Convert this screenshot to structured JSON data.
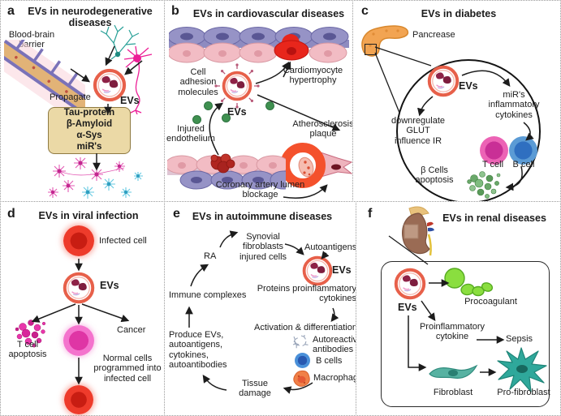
{
  "figure": {
    "description": "Roles of extracellular vesicles (EVs) in diseases, six panels"
  },
  "colors": {
    "ev_ring": "#e7604a",
    "ev_cargo": "#8e2247",
    "tan_box_bg": "#ebd9a6",
    "purple_cell": "#9693c6",
    "pink_cell": "#f2bcc4",
    "red_alert": "#e8261c",
    "green_dot": "#3f9050",
    "pancreas_orange": "#f2a452",
    "teal_cell": "#2fa89b",
    "procoagulant_green": "#8ade3f",
    "kidney_brown": "#9a6b54"
  },
  "panels": {
    "a": {
      "letter": "a",
      "title": "EVs in neurodegenerative diseases",
      "labels": {
        "bbb": "Blood-brain barrier",
        "propagate": "Propagate",
        "evs": "EVs",
        "box_line1": "Tau-protein",
        "box_line2": "β-Amyloid",
        "box_line3": "α-Sys",
        "box_line4": "miR's"
      }
    },
    "b": {
      "letter": "b",
      "title": "EVs in cardiovascular diseases",
      "labels": {
        "cell_adhesion": "Cell adhesion molecules",
        "evs": "EVs",
        "cardiomyocyte": "Cardiomyocyte hypertrophy",
        "atherosclerosis": "Atherosclerosis plaque",
        "injured": "Injured endothelium",
        "coronary": "Coronary artery lumen blockage"
      }
    },
    "c": {
      "letter": "c",
      "title": "EVs in diabetes",
      "labels": {
        "pancreas": "Pancrease",
        "evs": "EVs",
        "mirs": "miR's inflammatory cytokines",
        "downregulate": "downregulate GLUT influence IR",
        "t_cell": "T cell",
        "b_cell": "B cell",
        "beta_apoptosis": "β Cells apoptosis"
      }
    },
    "d": {
      "letter": "d",
      "title": "EVs in viral infection",
      "labels": {
        "infected": "Infected cell",
        "evs": "EVs",
        "t_cell_apoptosis": "T cell apoptosis",
        "cancer": "Cancer",
        "normal": "Normal cells programmed into infected cell"
      }
    },
    "e": {
      "letter": "e",
      "title": "EVs in autoimmune diseases",
      "labels": {
        "synovial": "Synovial fibroblasts injured cells",
        "autoantigens": "Autoantigens",
        "evs": "EVs",
        "ra": "RA",
        "immune": "Immune complexes",
        "proteins": "Proteins proinflammatory cytokines",
        "activation": "Activation & differentiation",
        "autoreactive": "Autoreactive antibodies",
        "b_cells": "B cells",
        "macrophages": "Macrophages",
        "tissue": "Tissue damage",
        "produce": "Produce EVs, autoantigens, cytokines, autoantibodies"
      }
    },
    "f": {
      "letter": "f",
      "title": "EVs in renal diseases",
      "labels": {
        "evs": "EVs",
        "procoagulant": "Procoagulant",
        "proinflammatory": "Proinflammatory cytokine",
        "sepsis": "Sepsis",
        "fibroblast": "Fibroblast",
        "profibroblast": "Pro-fibroblast"
      }
    }
  }
}
